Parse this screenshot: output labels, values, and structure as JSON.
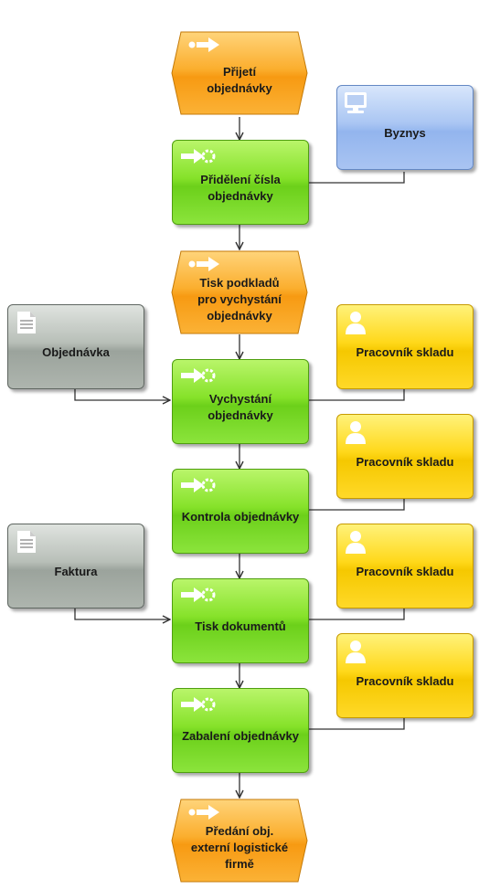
{
  "diagram": {
    "events": [
      {
        "id": "e1",
        "label": "Přijetí\nobjednávky"
      },
      {
        "id": "e2",
        "label": "Tisk podkladů\npro vychystání\nobjednávky"
      },
      {
        "id": "e3",
        "label": "Předání obj.\nexterní logistické\nfirmě"
      }
    ],
    "functions": [
      {
        "id": "f1",
        "label": "Přidělení čísla\nobjednávky"
      },
      {
        "id": "f2",
        "label": "Vychystání\nobjednávky"
      },
      {
        "id": "f3",
        "label": "Kontrola objednávky"
      },
      {
        "id": "f4",
        "label": "Tisk dokumentů"
      },
      {
        "id": "f5",
        "label": "Zabalení objednávky"
      }
    ],
    "system": {
      "id": "s1",
      "label": "Byznys"
    },
    "documents": [
      {
        "id": "d1",
        "label": "Objednávka"
      },
      {
        "id": "d2",
        "label": "Faktura"
      }
    ],
    "org_units": [
      {
        "id": "o1",
        "label": "Pracovník skladu"
      },
      {
        "id": "o2",
        "label": "Pracovník skladu"
      },
      {
        "id": "o3",
        "label": "Pracovník skladu"
      },
      {
        "id": "o4",
        "label": "Pracovník skladu"
      }
    ],
    "colors": {
      "event": "#f7a21b",
      "function": "#7fdc28",
      "org_unit": "#ffd21a",
      "system": "#9dbdf0",
      "document": "#a8afa8",
      "connector": "#333333"
    }
  }
}
